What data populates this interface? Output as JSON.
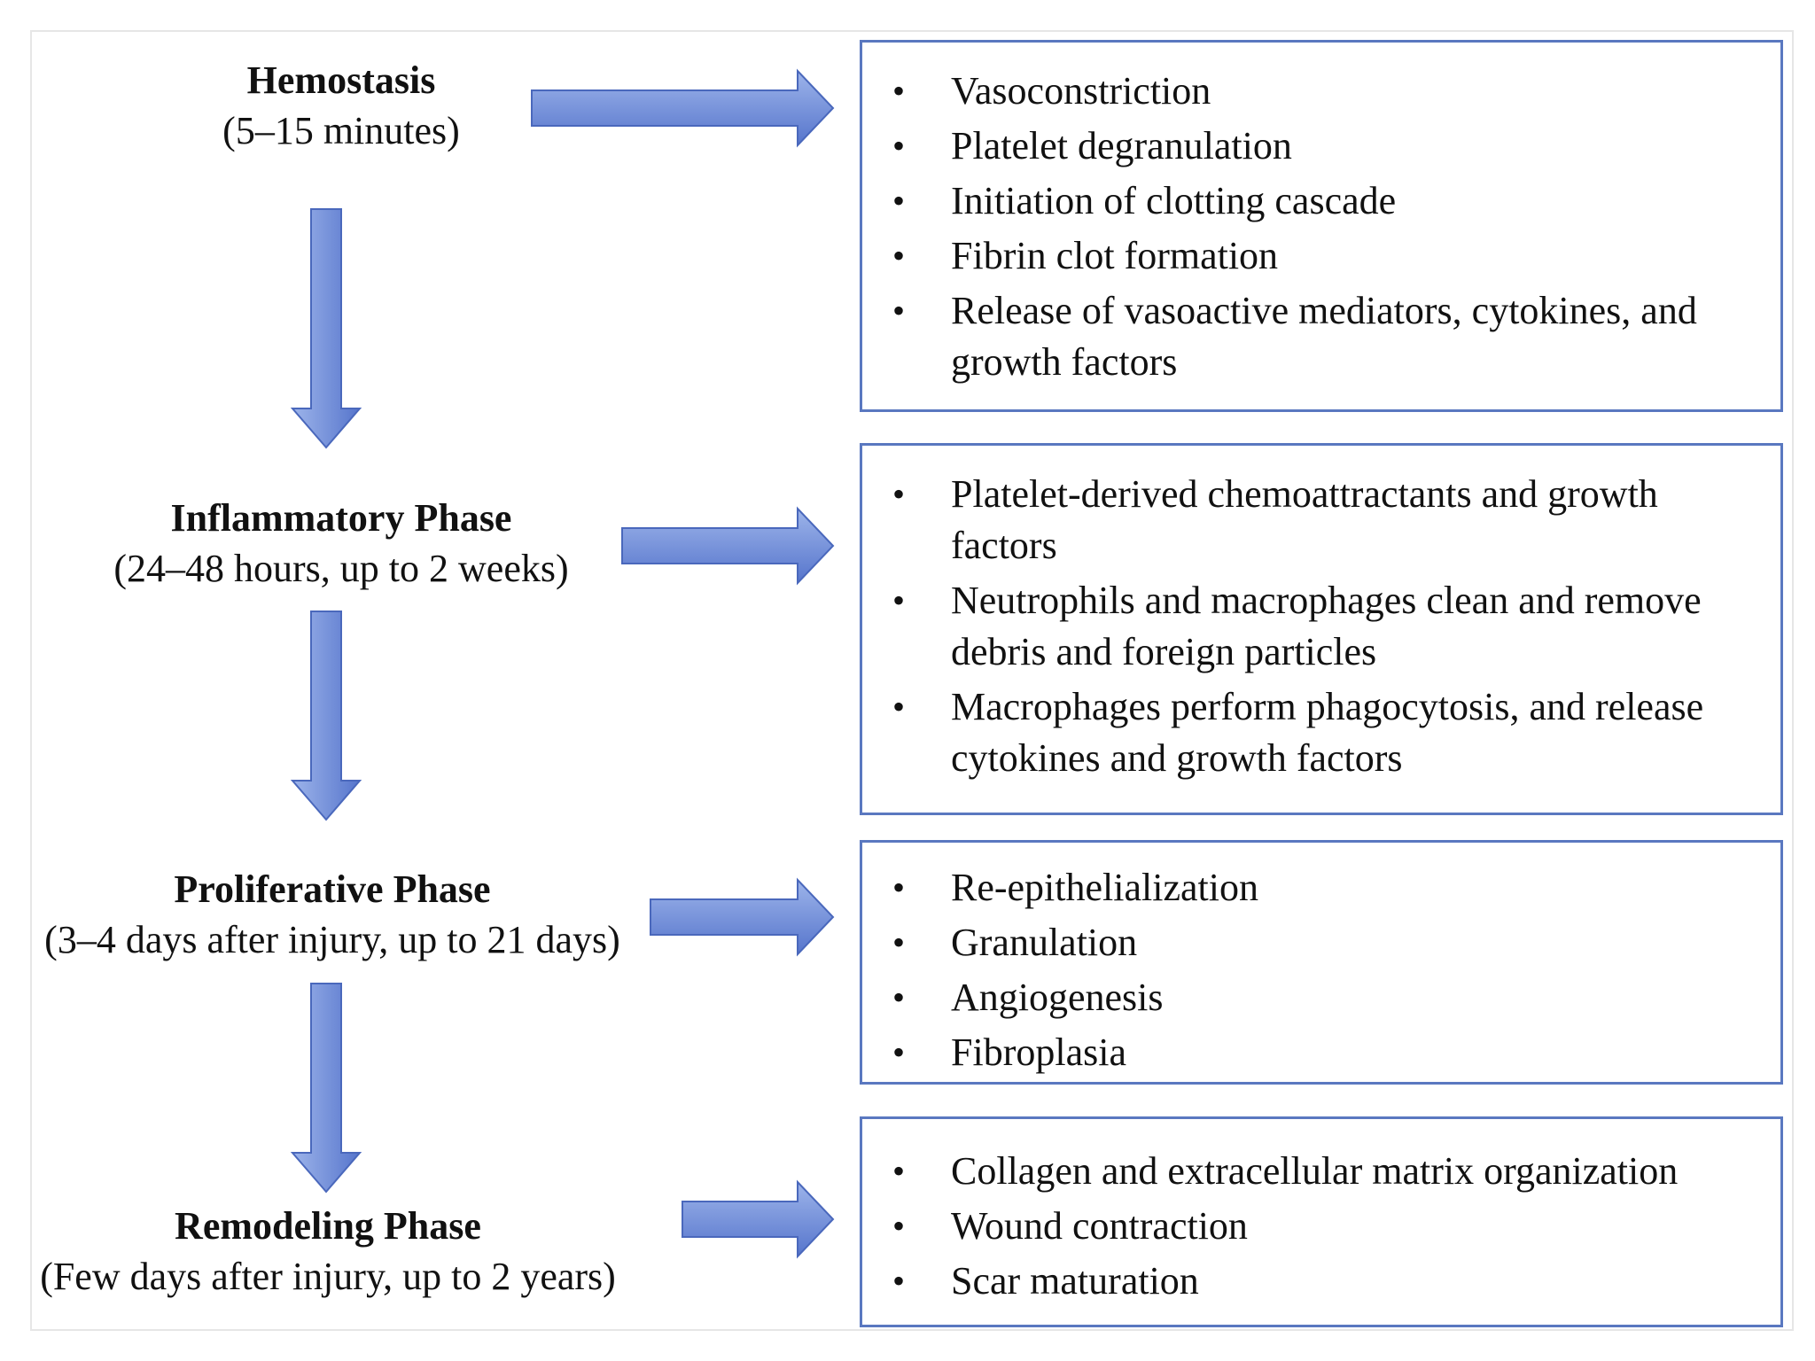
{
  "colors": {
    "arrow_fill_light": "#9db4ea",
    "arrow_fill_dark": "#5675cc",
    "arrow_stroke": "#4a68bc",
    "box_border": "#5a78c0"
  },
  "phases": [
    {
      "name": "Hemostasis",
      "timeframe": "(5–15 minutes)",
      "details": [
        "Vasoconstriction",
        "Platelet degranulation",
        "Initiation of clotting cascade",
        "Fibrin clot formation",
        "Release of vasoactive mediators, cytokines, and growth factors"
      ]
    },
    {
      "name": "Inflammatory Phase",
      "timeframe": "(24–48 hours, up to 2 weeks)",
      "details": [
        "Platelet-derived chemoattractants and growth factors",
        "Neutrophils and macrophages clean and remove debris and foreign particles",
        "Macrophages perform phagocytosis, and release cytokines and growth factors"
      ]
    },
    {
      "name": "Proliferative Phase",
      "timeframe": "(3–4 days after injury, up to 21 days)",
      "details": [
        "Re-epithelialization",
        "Granulation",
        "Angiogenesis",
        "Fibroplasia"
      ]
    },
    {
      "name": "Remodeling Phase",
      "timeframe": "(Few days after injury, up to 2 years)",
      "details": [
        "Collagen and extracellular matrix organization",
        "Wound contraction",
        "Scar maturation"
      ]
    }
  ]
}
